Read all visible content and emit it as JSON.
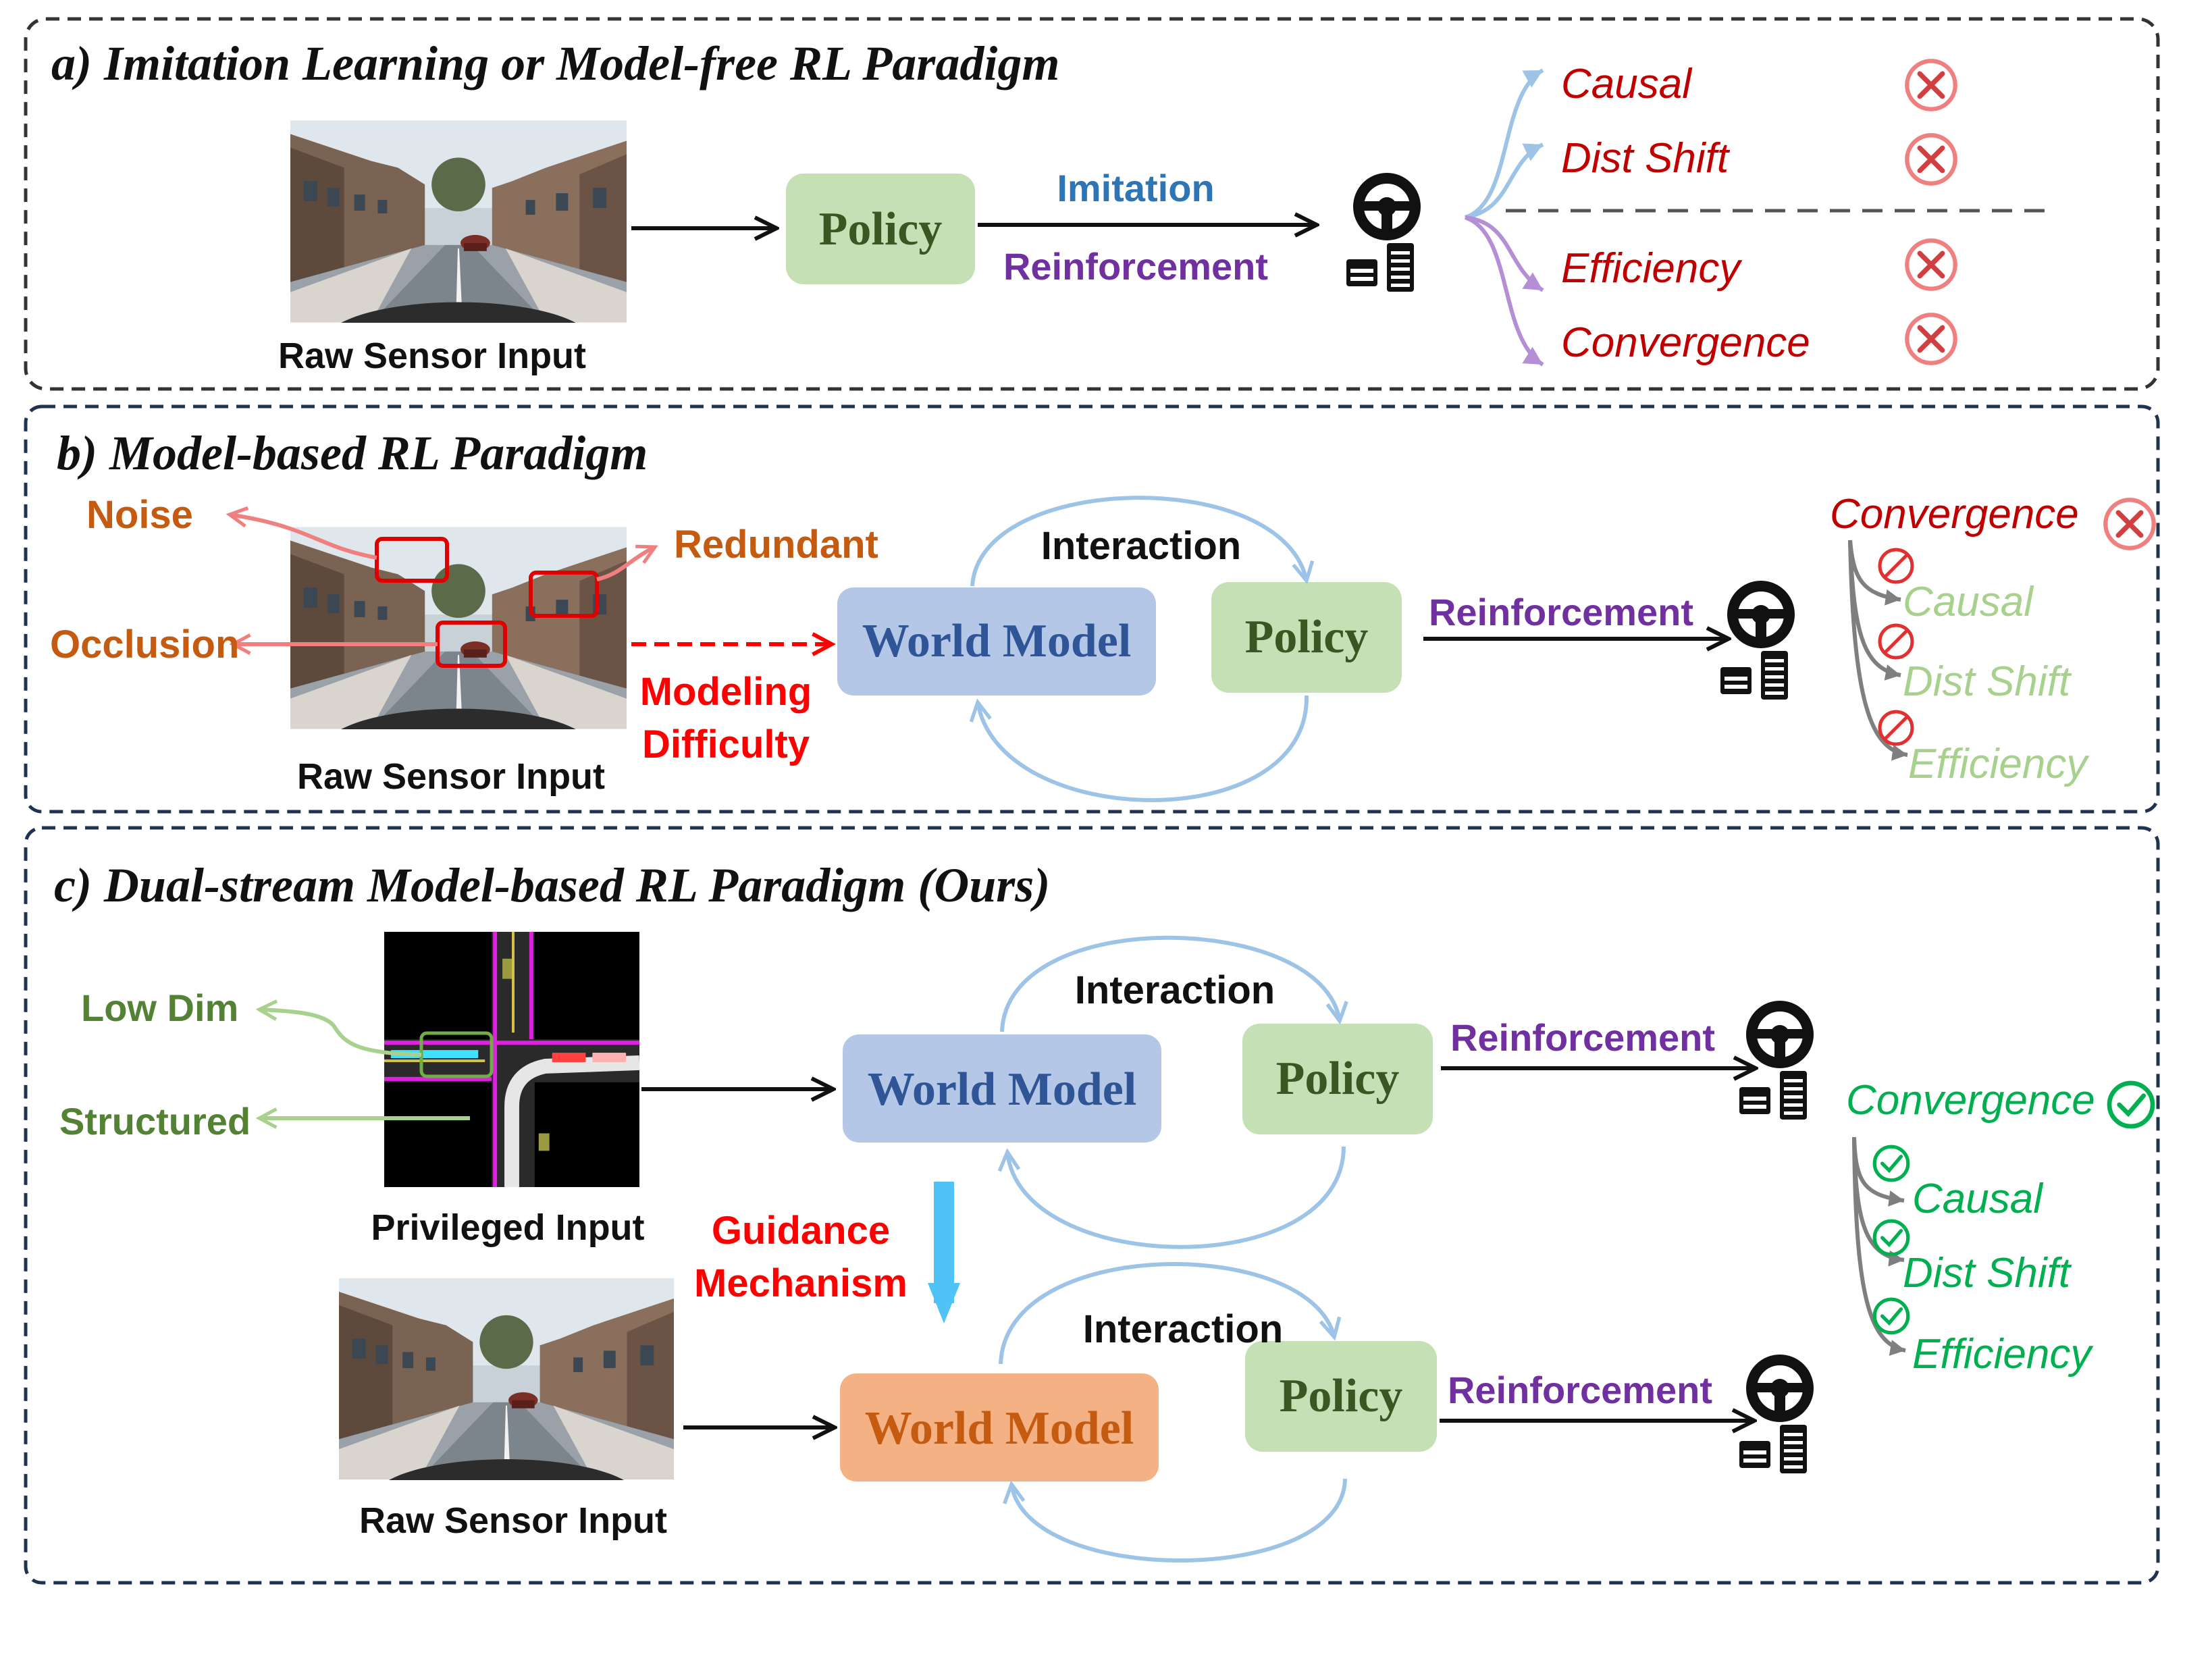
{
  "panel_a": {
    "title": "a) Imitation Learning or Model-free RL Paradigm",
    "input_label": "Raw Sensor Input",
    "policy_label": "Policy",
    "arrow_top_label": "Imitation",
    "arrow_bottom_label": "Reinforcement",
    "outcomes": [
      {
        "label": "Causal",
        "status": "cross"
      },
      {
        "label": "Dist Shift",
        "status": "cross"
      },
      {
        "label": "Efficiency",
        "status": "cross"
      },
      {
        "label": "Convergence",
        "status": "cross"
      }
    ]
  },
  "panel_b": {
    "title": "b) Model-based RL Paradigm",
    "input_label": "Raw Sensor Input",
    "issues": {
      "noise": "Noise",
      "redundant": "Redundant",
      "occlusion": "Occlusion"
    },
    "modeling_difficulty": [
      "Modeling",
      "Difficulty"
    ],
    "world_model_label": "World Model",
    "policy_label": "Policy",
    "interaction_label": "Interaction",
    "reinforcement_label": "Reinforcement",
    "outcome_main": {
      "label": "Convergence",
      "status": "cross"
    },
    "outcomes": [
      {
        "label": "Causal",
        "status": "prohibited"
      },
      {
        "label": "Dist Shift",
        "status": "prohibited"
      },
      {
        "label": "Efficiency",
        "status": "prohibited"
      }
    ]
  },
  "panel_c": {
    "title": "c) Dual-stream Model-based RL Paradigm (Ours)",
    "privileged_label": "Privileged Input",
    "raw_label": "Raw Sensor Input",
    "low_dim_label": "Low Dim",
    "structured_label": "Structured",
    "guidance_label": [
      "Guidance",
      "Mechanism"
    ],
    "world_model_label": "World Model",
    "policy_label": "Policy",
    "interaction_label": "Interaction",
    "reinforcement_label": "Reinforcement",
    "outcome_main": {
      "label": "Convergence",
      "status": "check"
    },
    "outcomes": [
      {
        "label": "Causal",
        "status": "check"
      },
      {
        "label": "Dist Shift",
        "status": "check"
      },
      {
        "label": "Efficiency",
        "status": "check"
      }
    ]
  },
  "colors": {
    "panel_a_border": "#333333",
    "panel_border": "#1f3350",
    "policy_fill": "#c5e0b4",
    "policy_text": "#385723",
    "world_model_fill": "#b4c7e7",
    "world_model_text": "#2f5597",
    "world_model_orange_fill": "#f4b183",
    "world_model_orange_text": "#c55a11",
    "imitation": "#2e75b6",
    "reinforcement": "#7030a0",
    "fail_text": "#c00000",
    "cross_icon": "#f08080",
    "faded_green": "#a9d18e",
    "issue_orange": "#c55a11",
    "issue_red": "#ff0000",
    "low_dim_green": "#548235",
    "success_green": "#00b050",
    "guidance_arrow": "#4fc3f7",
    "interaction_loop": "#9dc3e6"
  },
  "icons": [
    "steering-wheel-icon",
    "pedals-icon",
    "cross-circle-icon",
    "prohibited-icon",
    "check-circle-icon"
  ]
}
